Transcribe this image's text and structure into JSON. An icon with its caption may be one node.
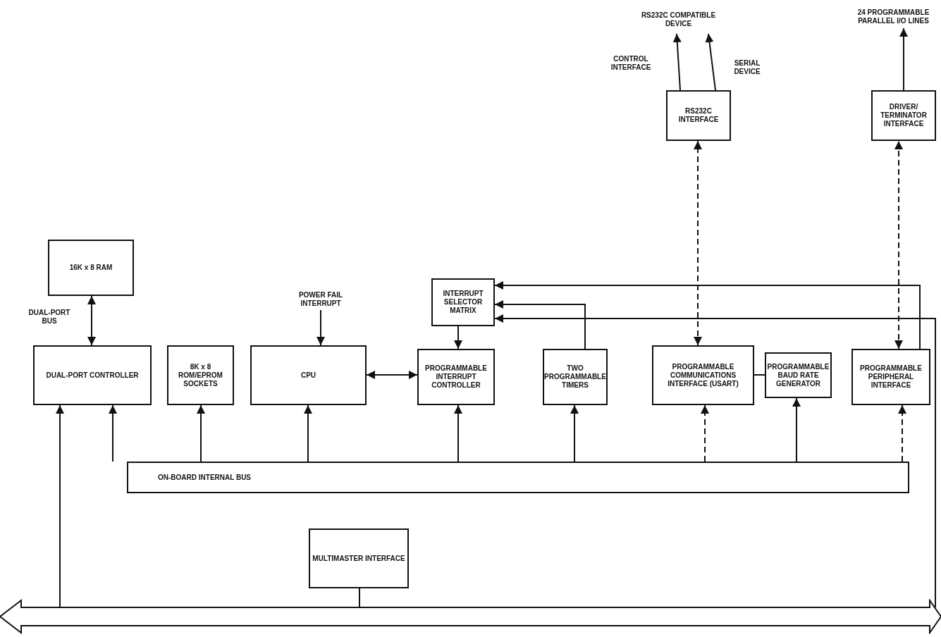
{
  "diagram": {
    "nodes": [
      {
        "text": [
          "RS232C COMPATIBLE DEVICE"
        ]
      },
      {
        "text": [
          "24 PROGRAMMABLE PARALLEL I/O LINES"
        ]
      },
      {
        "text": [
          "RS232C INTERFACE"
        ]
      },
      {
        "text": [
          "DRIVER/ TERMINATOR INTERFACE"
        ]
      },
      {
        "text": [
          "16K x 8 RAM"
        ]
      },
      {
        "text": [
          "POWER FAIL INTERRUPT"
        ]
      },
      {
        "text": [
          "INTERRUPT SELECTOR MATRIX"
        ]
      },
      {
        "text": [
          "DUAL-PORT CONTROLLER"
        ]
      },
      {
        "text": [
          "8K x 8 ROM/EPROM SOCKETS"
        ]
      },
      {
        "text": [
          "CPU"
        ]
      },
      {
        "text": [
          "PROGRAMMABLE INTERRUPT CONTROLLER"
        ]
      },
      {
        "text": [
          "TWO PROGRAMMABLE TIMERS"
        ]
      },
      {
        "text": [
          "PROGRAMMABLE COMMUNICATIONS INTERFACE (USART)"
        ]
      },
      {
        "text": [
          "PROGRAMMABLE BAUD RATE GENERATOR"
        ]
      },
      {
        "text": [
          "PROGRAMMABLE PERIPHERAL INTERFACE"
        ]
      },
      {
        "text": [
          "ON-BOARD INTERNAL BUS"
        ]
      },
      {
        "text": [
          "MULTIMASTER INTERFACE"
        ]
      },
      {
        "text": [],
        "shape": "bar"
      }
    ],
    "edges": [
      {
        "from": 2,
        "to": 0,
        "arrow": "to"
      },
      {
        "from": 2,
        "to": 0,
        "arrow": "to"
      },
      {
        "from": 3,
        "to": 1,
        "arrow": "to"
      },
      {
        "from": 12,
        "to": 2,
        "arrow": "both",
        "style": "dashed"
      },
      {
        "from": 14,
        "to": 3,
        "arrow": "both",
        "style": "dashed"
      },
      {
        "from": 4,
        "to": 7,
        "arrow": "both"
      },
      {
        "from": 5,
        "to": 9,
        "arrow": "to"
      },
      {
        "from": 9,
        "to": 10,
        "arrow": "both"
      },
      {
        "from": 6,
        "to": 10,
        "arrow": "to"
      },
      {
        "from": 11,
        "to": 6,
        "arrow": "to"
      },
      {
        "from": 14,
        "to": 6,
        "arrow": "to"
      },
      {
        "from": 17,
        "to": 6,
        "arrow": "to"
      },
      {
        "from": 12,
        "to": 13,
        "arrow": "none"
      },
      {
        "from": 15,
        "to": 7,
        "arrow": "to"
      },
      {
        "from": 15,
        "to": 8,
        "arrow": "to"
      },
      {
        "from": 15,
        "to": 9,
        "arrow": "to"
      },
      {
        "from": 15,
        "to": 10,
        "arrow": "to"
      },
      {
        "from": 15,
        "to": 11,
        "arrow": "to"
      },
      {
        "from": 15,
        "to": 12,
        "arrow": "to",
        "style": "dashed"
      },
      {
        "from": 15,
        "to": 13,
        "arrow": "to"
      },
      {
        "from": 15,
        "to": 14,
        "arrow": "to",
        "style": "dashed"
      },
      {
        "from": 17,
        "to": 7,
        "arrow": "to"
      },
      {
        "from": 16,
        "to": 17,
        "arrow": "none"
      }
    ],
    "labels": [
      "CONTROL INTERFACE",
      "SERIAL DEVICE",
      "DUAL-PORT BUS"
    ]
  }
}
